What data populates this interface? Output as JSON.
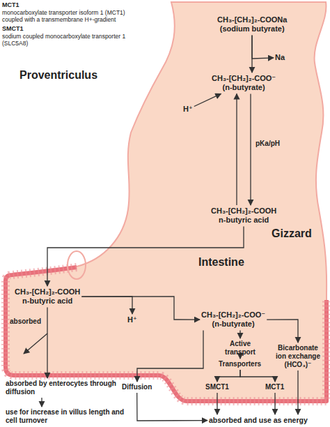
{
  "diagram": {
    "nodes": [
      {
        "text": [
          "CH₃-[CH₂]₂-COONa",
          "(sodium butyrate)"
        ]
      },
      {
        "text": [
          "Na"
        ]
      },
      {
        "text": [
          "CH₃-[CH₂]₂-COO⁻",
          "(n-butyrate)"
        ]
      },
      {
        "text": [
          "H⁺"
        ]
      },
      {
        "text": [
          "CH₃-[CH₂]₂-COOH",
          "n-butyric acid"
        ]
      },
      {
        "text": [
          "CH₃-[CH₂]₂-COOH",
          "n-butyric acid"
        ]
      },
      {
        "text": [
          "absorbed by enterocytes through diffusion"
        ]
      },
      {
        "text": [
          "use for increase in villus length and cell turnover"
        ]
      },
      {
        "text": [
          "H⁺"
        ]
      },
      {
        "text": [
          "CH₃-[CH₂]₂-COO⁻",
          "(n-butyrate)"
        ]
      },
      {
        "text": [
          "Active transport"
        ]
      },
      {
        "text": [
          "Transporters"
        ]
      },
      {
        "text": [
          "Diffusion"
        ]
      },
      {
        "text": [
          "SMCT1"
        ]
      },
      {
        "text": [
          "MCT1"
        ]
      },
      {
        "text": [
          "Bicarbonate ion exchange (HCO₃)⁻"
        ]
      },
      {
        "text": [
          "absorbed and use as energy"
        ]
      }
    ],
    "edges": [
      {
        "from": 0,
        "to": 2,
        "arrow": "to"
      },
      {
        "from": 0,
        "to": 1,
        "arrow": "to"
      },
      {
        "from": 3,
        "to": 2,
        "arrow": "to"
      },
      {
        "from": 2,
        "to": 4,
        "label": "pKa/pH",
        "arrow": "to"
      },
      {
        "from": 4,
        "to": 2,
        "arrow": "to"
      },
      {
        "from": 4,
        "to": 5,
        "arrow": "to"
      },
      {
        "from": 5,
        "to": 6,
        "arrow": "to"
      },
      {
        "from": 6,
        "to": 7,
        "arrow": "to"
      },
      {
        "from": 5,
        "to": 9,
        "arrow": "to"
      },
      {
        "from": 5,
        "to": 8,
        "arrow": "to"
      },
      {
        "from": 9,
        "to": 12,
        "arrow": "to"
      },
      {
        "from": 9,
        "to": 10,
        "arrow": "to"
      },
      {
        "from": 9,
        "to": 15,
        "arrow": "to"
      },
      {
        "from": 10,
        "to": 11,
        "arrow": "to"
      },
      {
        "from": 11,
        "to": 13,
        "arrow": "to"
      },
      {
        "from": 11,
        "to": 14,
        "arrow": "to"
      },
      {
        "from": 12,
        "to": 16,
        "arrow": "to"
      },
      {
        "from": 13,
        "to": 16,
        "arrow": "to"
      },
      {
        "from": 14,
        "to": 16,
        "arrow": "to"
      },
      {
        "from": 15,
        "to": 16,
        "arrow": "to"
      }
    ],
    "labels": [
      "MCT1",
      "monocarboxylate transporter isoform 1 (MCT1) coupled with a transmembrane H+-gradient",
      "SMCT1",
      "sodium coupled monocarboxylate transporter 1 (SLC5A8)",
      "Proventriculus",
      "Gizzard",
      "Intestine",
      "absorbed"
    ]
  }
}
